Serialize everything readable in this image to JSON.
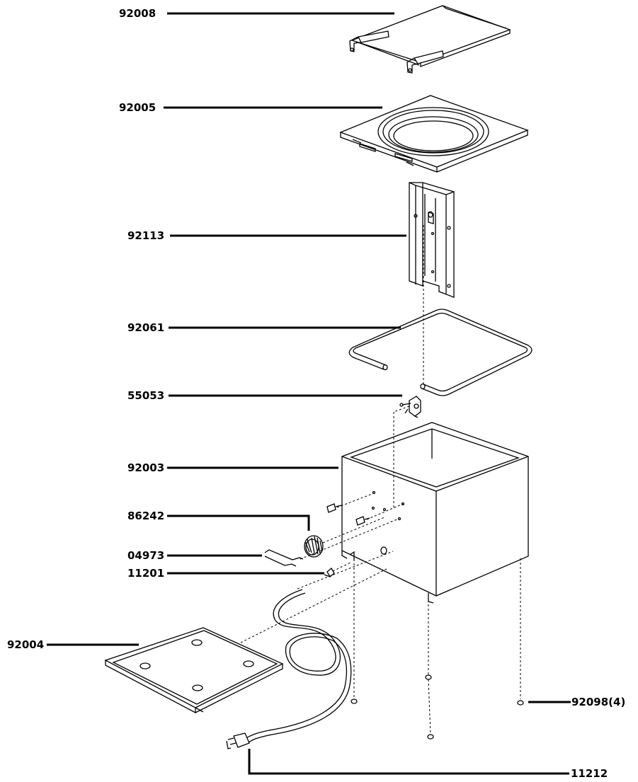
{
  "diagram": {
    "parts": [
      {
        "id": "warmer-lid",
        "number": "92008"
      },
      {
        "id": "top-plate",
        "number": "92005"
      },
      {
        "id": "element-bracket",
        "number": "92113"
      },
      {
        "id": "heating-element",
        "number": "92061"
      },
      {
        "id": "thermostat",
        "number": "55053"
      },
      {
        "id": "cabinet-body",
        "number": "92003"
      },
      {
        "id": "control-knob",
        "number": "86242"
      },
      {
        "id": "indicator-wire",
        "number": "04973"
      },
      {
        "id": "cord-clamp",
        "number": "11201"
      },
      {
        "id": "bottom-plate",
        "number": "92004"
      },
      {
        "id": "feet",
        "number": "92098(4)"
      },
      {
        "id": "power-cord",
        "number": "11212"
      }
    ]
  }
}
